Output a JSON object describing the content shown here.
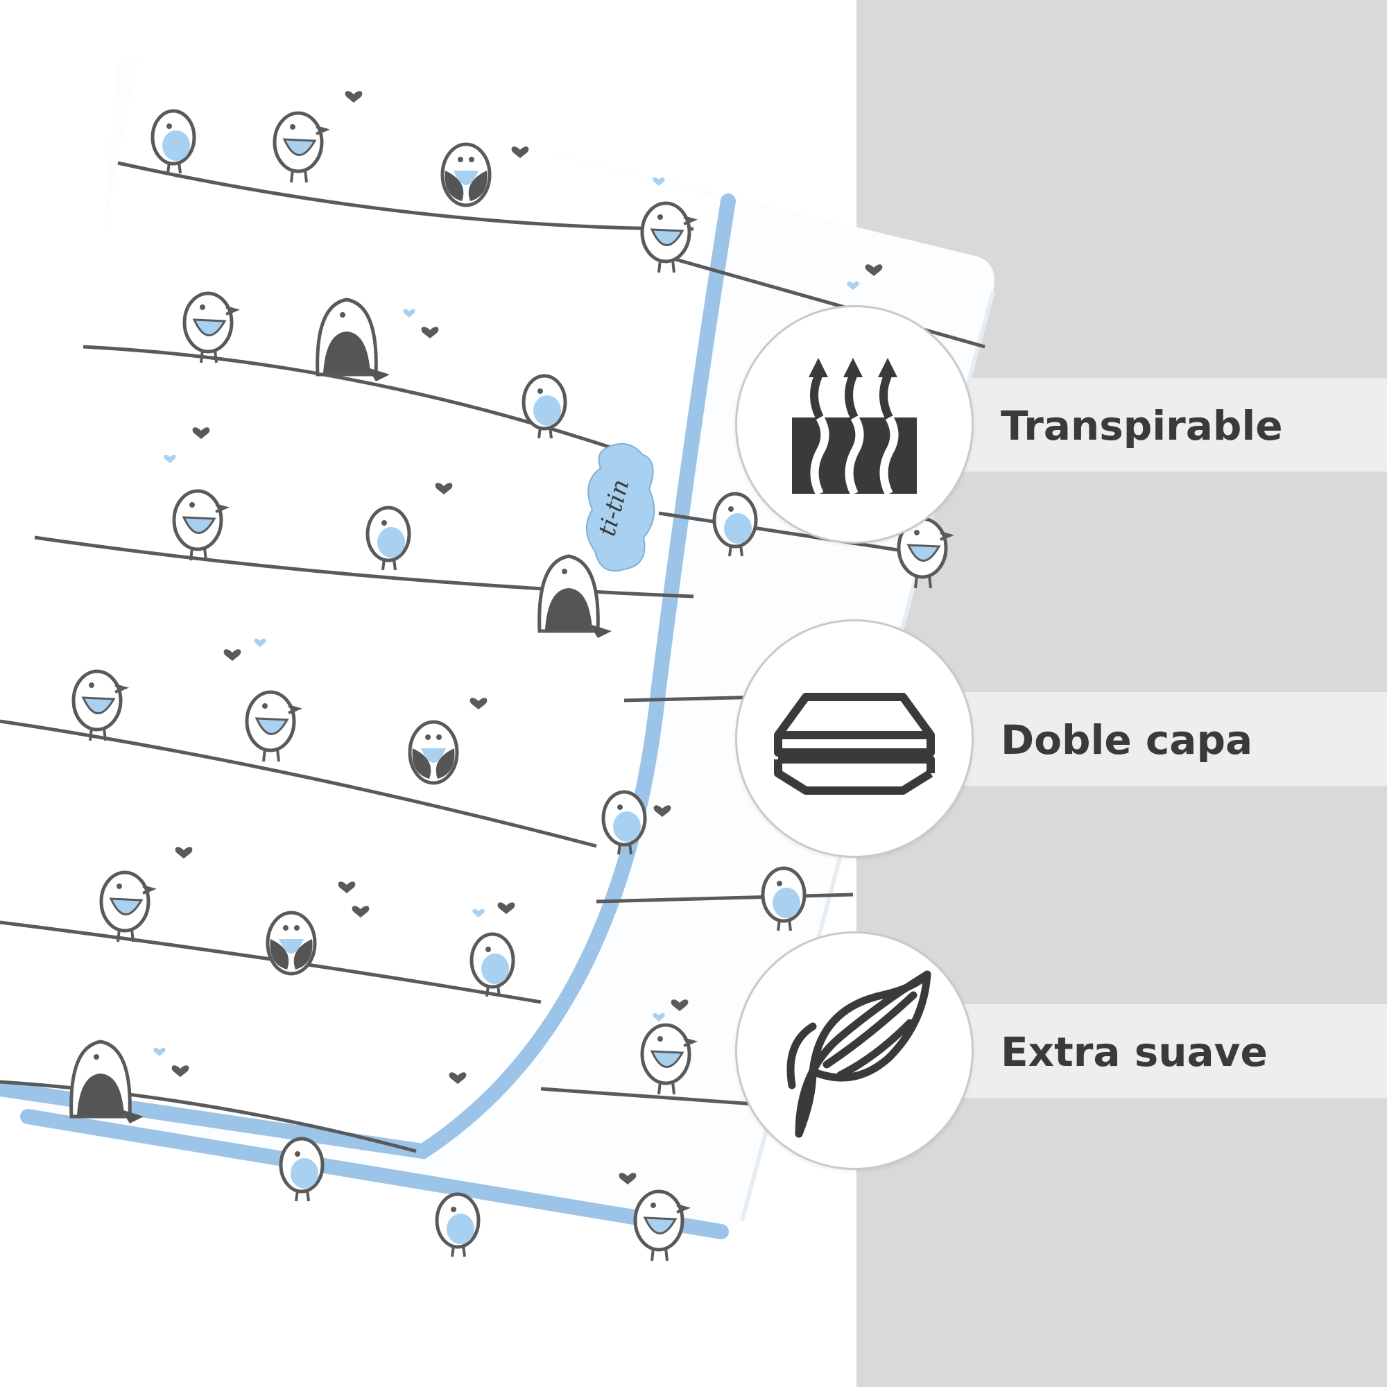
{
  "brand": {
    "label_text": "ti-tin"
  },
  "features": [
    {
      "label": "Transpirable",
      "icon": "breathable-icon"
    },
    {
      "label": "Doble capa",
      "icon": "double-layer-icon"
    },
    {
      "label": "Extra suave",
      "icon": "leaf-icon"
    }
  ],
  "colors": {
    "panel_gray": "#d9d9d9",
    "band_light": "#eeeeee",
    "text_dark": "#3a3a38",
    "trim_blue": "#9cc4e8",
    "bird_blue": "#a8d0f0",
    "bird_gray": "#5a5a5a",
    "fabric_white": "#fbfdfe"
  }
}
